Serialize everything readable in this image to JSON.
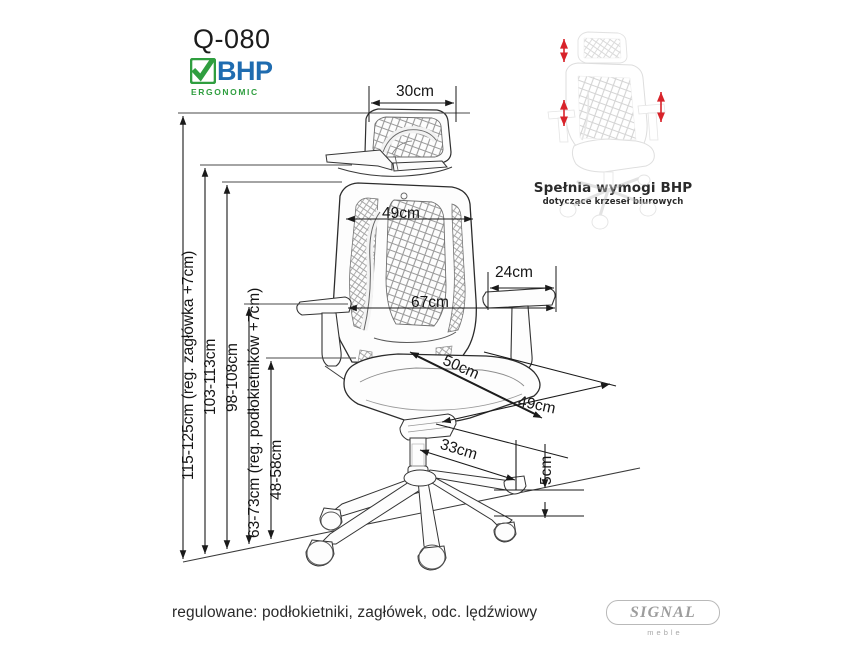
{
  "page": {
    "model_code": "Q-080",
    "background": "#ffffff",
    "footer_caption": "regulowane: podłokietniki, zagłówek, odc. lędźwiowy"
  },
  "bhp_badge": {
    "check_icon": "check-mark-icon",
    "word": "BHP",
    "subtitle": "ERGONOMIC",
    "check_color": "#2f9e3f",
    "word_color": "#1f6cb0",
    "subtitle_color": "#2f9e3f"
  },
  "bhp_claim": {
    "line1": "Spełnia wymogi BHP",
    "line2": "dotyczące krzeseł biurowych",
    "arrow_color": "#d8232a"
  },
  "brand": {
    "name": "SIGNAL",
    "subtitle": "meble",
    "color": "#9d9d9d"
  },
  "chart_data": {
    "type": "diagram",
    "title": "Q-080",
    "subject": "office-chair-dimensions",
    "units": "cm",
    "measurements": [
      {
        "id": "headrest-width",
        "label": "30cm",
        "value": 30,
        "orientation": "horizontal",
        "part": "headrest width"
      },
      {
        "id": "backrest-width",
        "label": "49cm",
        "value": 49,
        "orientation": "horizontal",
        "part": "backrest width"
      },
      {
        "id": "overall-width",
        "label": "67cm",
        "value": 67,
        "orientation": "horizontal",
        "part": "overall width across armrests"
      },
      {
        "id": "armrest-width",
        "label": "24cm",
        "value": 24,
        "orientation": "horizontal",
        "part": "armrest pad length"
      },
      {
        "id": "seat-depth",
        "label": "50cm",
        "value": 50,
        "orientation": "diagonal",
        "part": "seat depth"
      },
      {
        "id": "seat-width",
        "label": "49cm",
        "value": 49,
        "orientation": "diagonal",
        "part": "seat width"
      },
      {
        "id": "base-radius",
        "label": "33cm",
        "value": 33,
        "orientation": "diagonal",
        "part": "base arm reach"
      },
      {
        "id": "caster-height",
        "label": "5cm",
        "value": 5,
        "orientation": "vertical",
        "part": "caster height"
      },
      {
        "id": "total-height-headrest",
        "label": "115-125cm (reg. zagłówka +7cm)",
        "range": [
          115,
          125
        ],
        "orientation": "vertical",
        "part": "total height incl. headrest adjustment +7cm"
      },
      {
        "id": "height-103-113",
        "label": "103-113cm",
        "range": [
          103,
          113
        ],
        "orientation": "vertical",
        "part": "height to top of backrest"
      },
      {
        "id": "height-98-108",
        "label": "98-108cm",
        "range": [
          98,
          108
        ],
        "orientation": "vertical",
        "part": "height to backrest edge"
      },
      {
        "id": "armrest-height",
        "label": "63-73cm (reg. podłokietników +7cm)",
        "range": [
          63,
          73
        ],
        "orientation": "vertical",
        "part": "armrest height incl. +7cm adjustment"
      },
      {
        "id": "seat-height",
        "label": "48-58cm",
        "range": [
          48,
          58
        ],
        "orientation": "vertical",
        "part": "seat height"
      }
    ]
  }
}
